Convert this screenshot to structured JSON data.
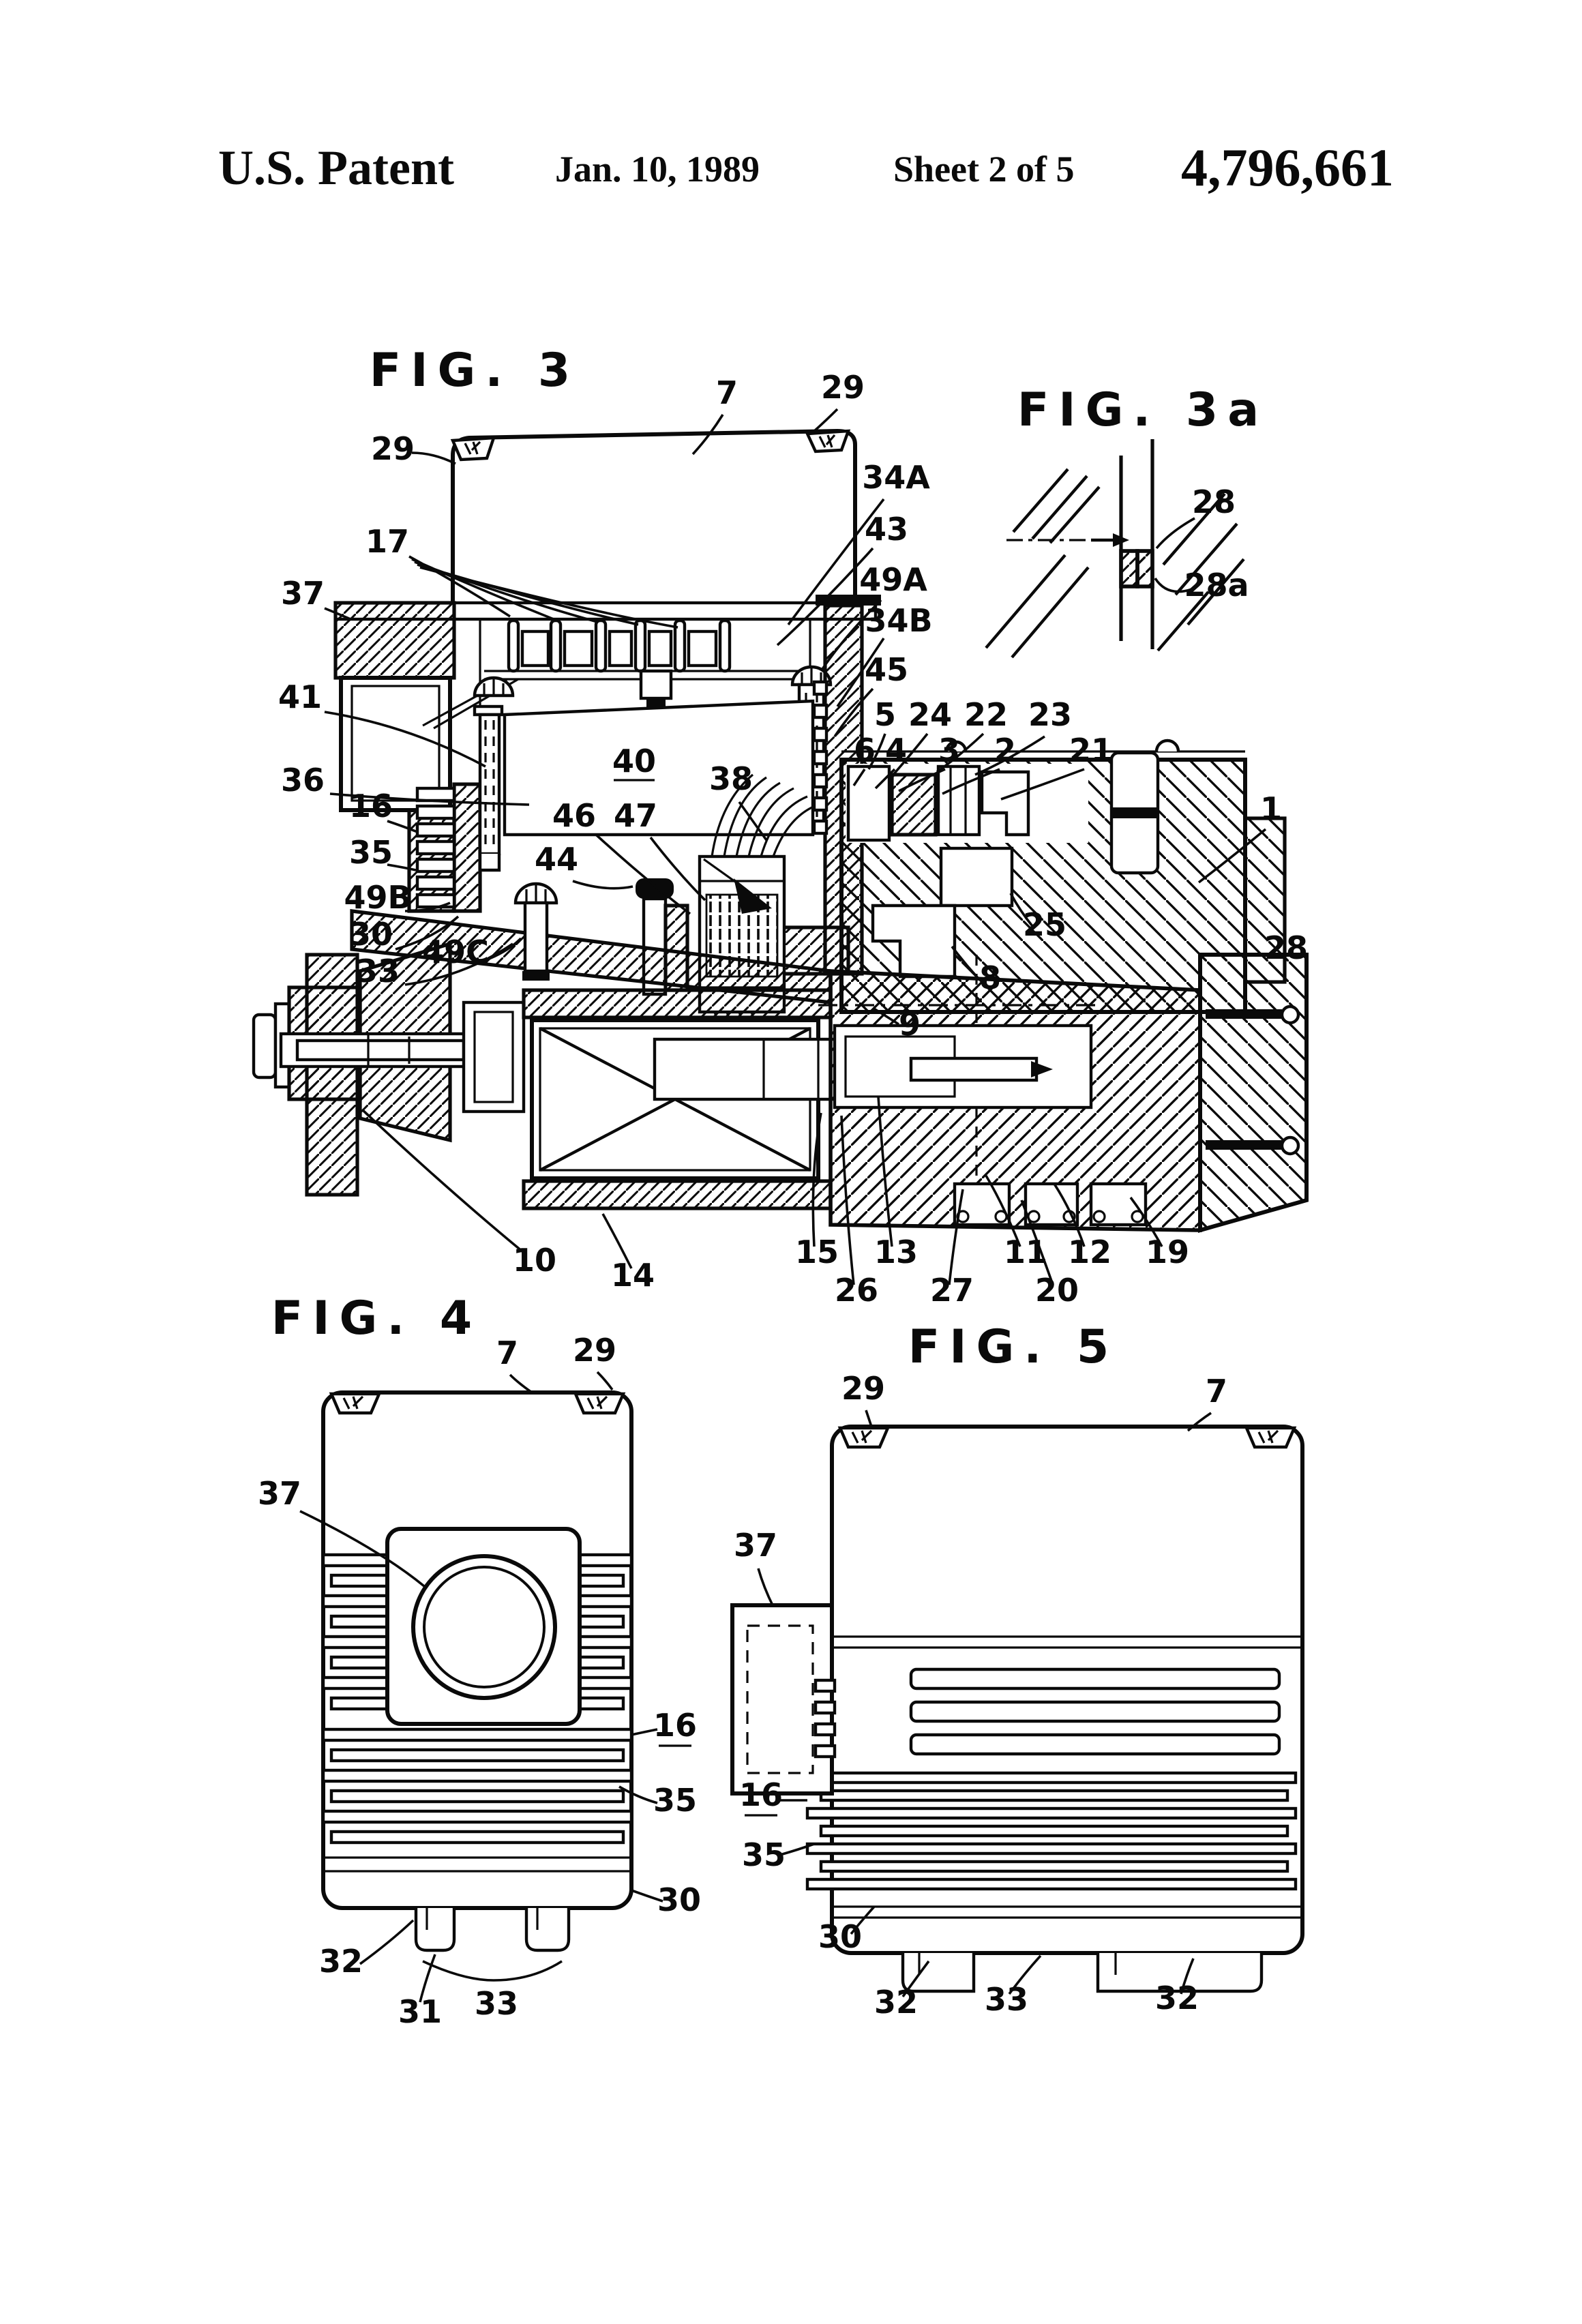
{
  "page": {
    "background": "#ffffff",
    "ink_color": "#0a0a0a",
    "kind": "patent drawing sheet"
  },
  "header": {
    "title": "U.S. Patent",
    "date": "Jan. 10, 1989",
    "sheet": "Sheet 2 of 5",
    "patent_number": "4,796,661"
  },
  "figures": {
    "fig3": {
      "title": "FIG. 3",
      "labels": [
        "7",
        "29",
        "29",
        "34A",
        "43",
        "49A",
        "34B",
        "45",
        "5",
        "24",
        "22",
        "23",
        "6",
        "4",
        "3",
        "2",
        "21",
        "1",
        "37",
        "17",
        "41",
        "36",
        "16",
        "35",
        "49B",
        "30",
        "33",
        "49C",
        "40",
        "38",
        "46",
        "47",
        "44",
        "25",
        "28",
        "8",
        "9",
        "10",
        "14",
        "15",
        "26",
        "13",
        "27",
        "11",
        "20",
        "12",
        "19"
      ]
    },
    "fig3a": {
      "title": "FIG. 3a",
      "labels": [
        "28",
        "28a"
      ]
    },
    "fig4": {
      "title": "FIG. 4",
      "labels": [
        "7",
        "29",
        "37",
        "16",
        "35",
        "30",
        "32",
        "31",
        "33"
      ]
    },
    "fig5": {
      "title": "FIG. 5",
      "labels": [
        "29",
        "7",
        "37",
        "16",
        "35",
        "30",
        "32",
        "33",
        "32"
      ]
    }
  }
}
